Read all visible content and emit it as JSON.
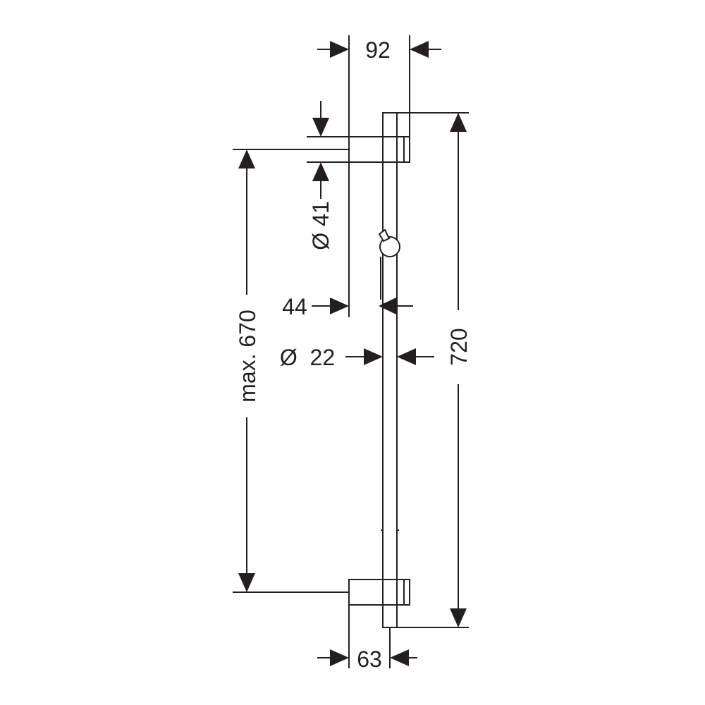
{
  "dimensions": {
    "top_width": "92",
    "overall_height": "720",
    "bracket_diameter": "Ø 41",
    "max_spacing": "max. 670",
    "wall_offset": "44",
    "rail_diameter": "Ø  22",
    "bottom_width": "63"
  },
  "colors": {
    "line": "#231f20",
    "background": "#ffffff"
  }
}
